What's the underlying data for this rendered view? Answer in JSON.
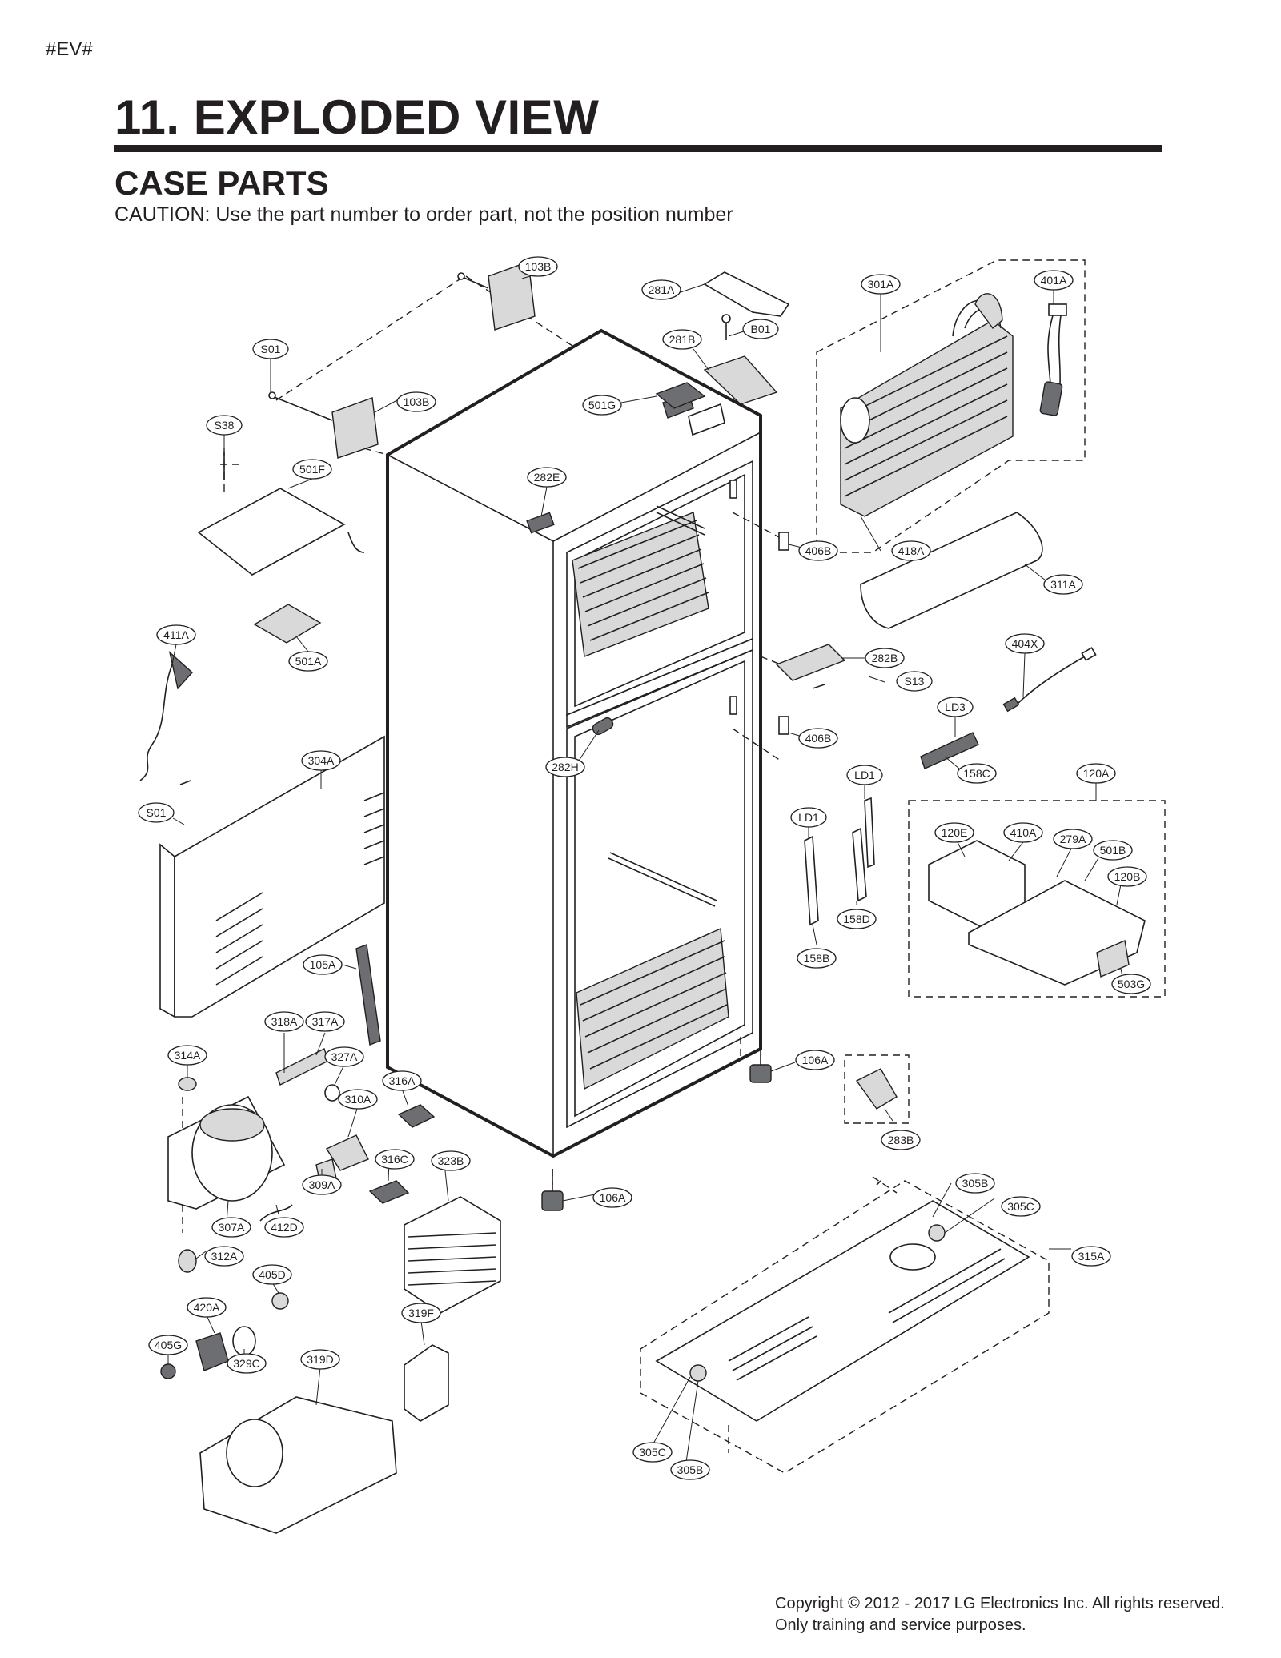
{
  "doc_tag": "#EV#",
  "title": "11. EXPLODED VIEW",
  "section": "CASE PARTS",
  "caution": "CAUTION: Use the part number to order part, not the position number",
  "copyright": {
    "line1": "Copyright © 2012 - 2017 LG Electronics Inc. All rights reserved.",
    "line2": "Only training and service purposes."
  },
  "parts": {
    "p103B_top": "103B",
    "p281A": "281A",
    "p301A": "301A",
    "p401A": "401A",
    "pB01": "B01",
    "p281B": "281B",
    "pS01_top": "S01",
    "p103B_mid": "103B",
    "p501G": "501G",
    "pS38": "S38",
    "p501F": "501F",
    "p282E": "282E",
    "p406B_top": "406B",
    "p418A": "418A",
    "p311A": "311A",
    "p411A": "411A",
    "p501A": "501A",
    "p282B": "282B",
    "pS13": "S13",
    "p404X": "404X",
    "pLD3": "LD3",
    "p304A": "304A",
    "p406B_mid": "406B",
    "p282H": "282H",
    "p158C": "158C",
    "pLD1_a": "LD1",
    "p120A": "120A",
    "pS01_mid": "S01",
    "pLD1_b": "LD1",
    "p120E": "120E",
    "p410A": "410A",
    "p279A": "279A",
    "p501B": "501B",
    "p120B": "120B",
    "p158D": "158D",
    "p158B": "158B",
    "p105A": "105A",
    "p503G": "503G",
    "p318A": "318A",
    "p317A": "317A",
    "p314A": "314A",
    "p327A": "327A",
    "p106A_r": "106A",
    "p316A": "316A",
    "p310A": "310A",
    "p283B": "283B",
    "p316C": "316C",
    "p323B": "323B",
    "p309A": "309A",
    "p305B_top": "305B",
    "p106A_b": "106A",
    "p305C_top": "305C",
    "p307A": "307A",
    "p412D": "412D",
    "p312A": "312A",
    "p315A": "315A",
    "p405D": "405D",
    "p420A": "420A",
    "p319F": "319F",
    "p405G": "405G",
    "p329C": "329C",
    "p319D": "319D",
    "p305C_bot": "305C",
    "p305B_bot": "305B"
  }
}
